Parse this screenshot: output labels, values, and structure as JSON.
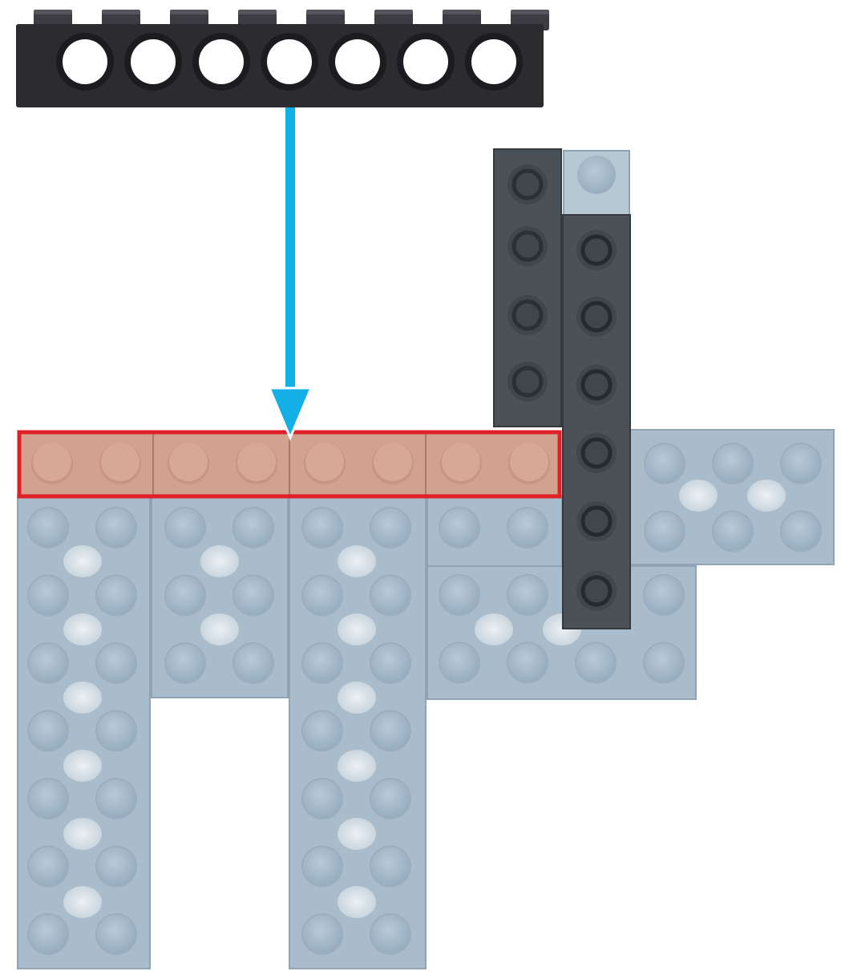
{
  "colors": {
    "background": "#ffffff",
    "technic_brick": "#2b2b30",
    "technic_brick_top": "#3c3c42",
    "plate_light_bluish_gray": "#a9bccb",
    "plate_stud": "#9fb3c3",
    "plate_dark_gray": "#4a5257",
    "highlight_fill": "#d2a28f",
    "highlight_border": "#e02028",
    "arrow": "#12b0e6"
  },
  "parts": {
    "technic_brick": {
      "type": "technic-brick-1x8",
      "holes": 7,
      "studs": 8
    },
    "highlighted_row_studs": 8,
    "dark_plates": [
      "plate-1x4",
      "plate-1x6"
    ]
  },
  "icons": {
    "arrow": "down-arrow-icon",
    "highlight": "highlight-box"
  }
}
